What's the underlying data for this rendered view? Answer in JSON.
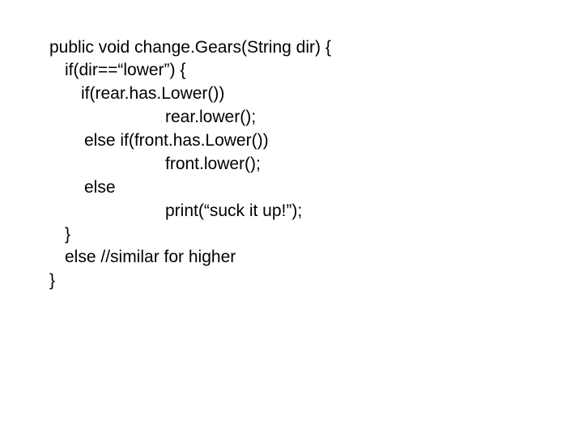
{
  "code": {
    "lines": [
      "public void change.Gears(String dir) {",
      "if(dir==“lower”) {",
      "if(rear.has.Lower())",
      "rear.lower();",
      "else if(front.has.Lower())",
      "front.lower();",
      "else",
      "print(“suck it up!”);",
      "}",
      "else //similar for higher",
      "}"
    ]
  }
}
